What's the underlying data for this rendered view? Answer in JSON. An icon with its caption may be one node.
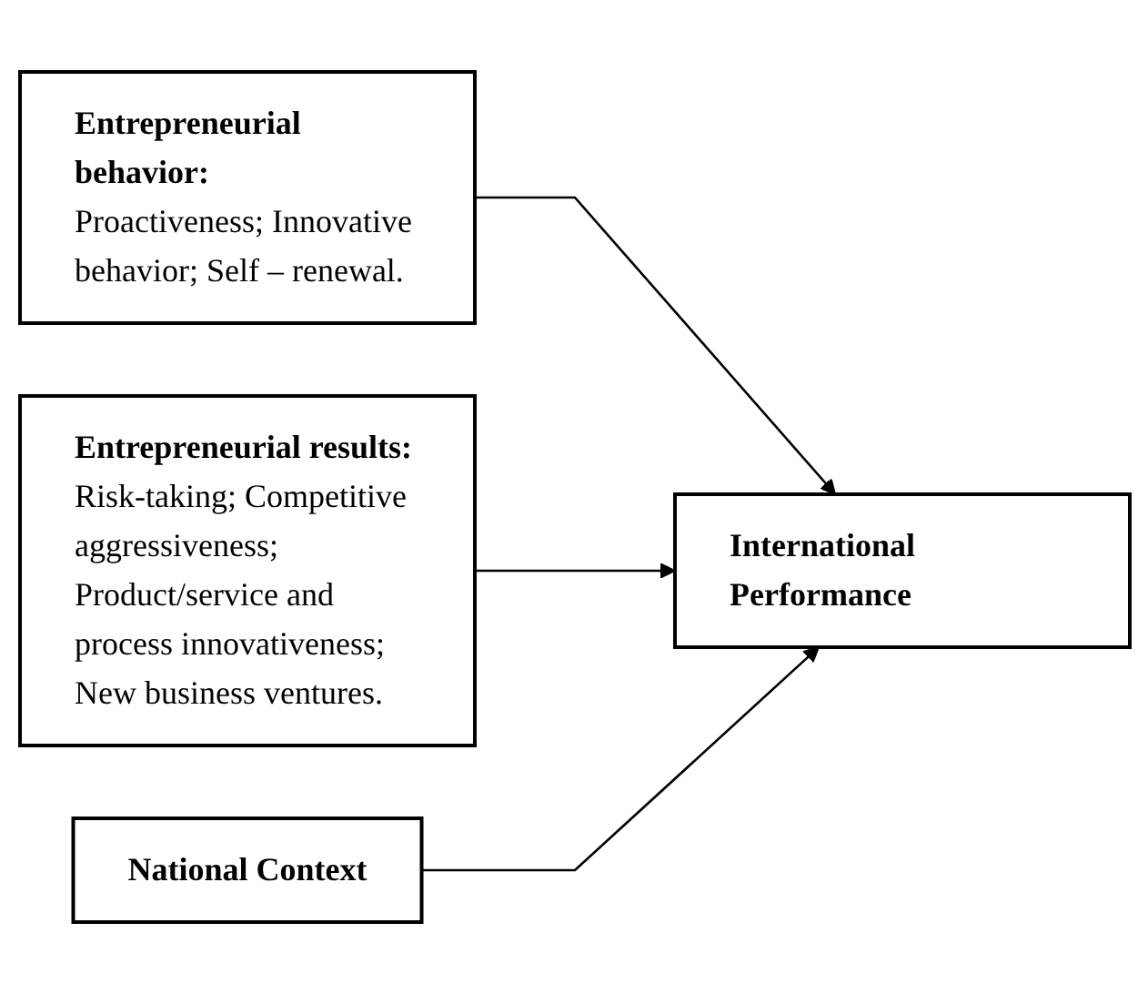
{
  "diagram": {
    "nodes": [
      {
        "text": [
          "Entrepreneurial behavior:",
          "Proactiveness; Innovative behavior; Self – renewal."
        ]
      },
      {
        "text": [
          "Entrepreneurial results:",
          "Risk-taking; Competitive aggressiveness; Product/service and process innovativeness; New business ventures."
        ]
      },
      {
        "text": [
          "International Performance"
        ]
      },
      {
        "text": [
          "National Context"
        ]
      }
    ],
    "edges": [
      {
        "from": 0,
        "to": 2,
        "arrow": "to"
      },
      {
        "from": 1,
        "to": 2,
        "arrow": "to"
      },
      {
        "from": 3,
        "to": 2,
        "arrow": "to"
      }
    ]
  }
}
